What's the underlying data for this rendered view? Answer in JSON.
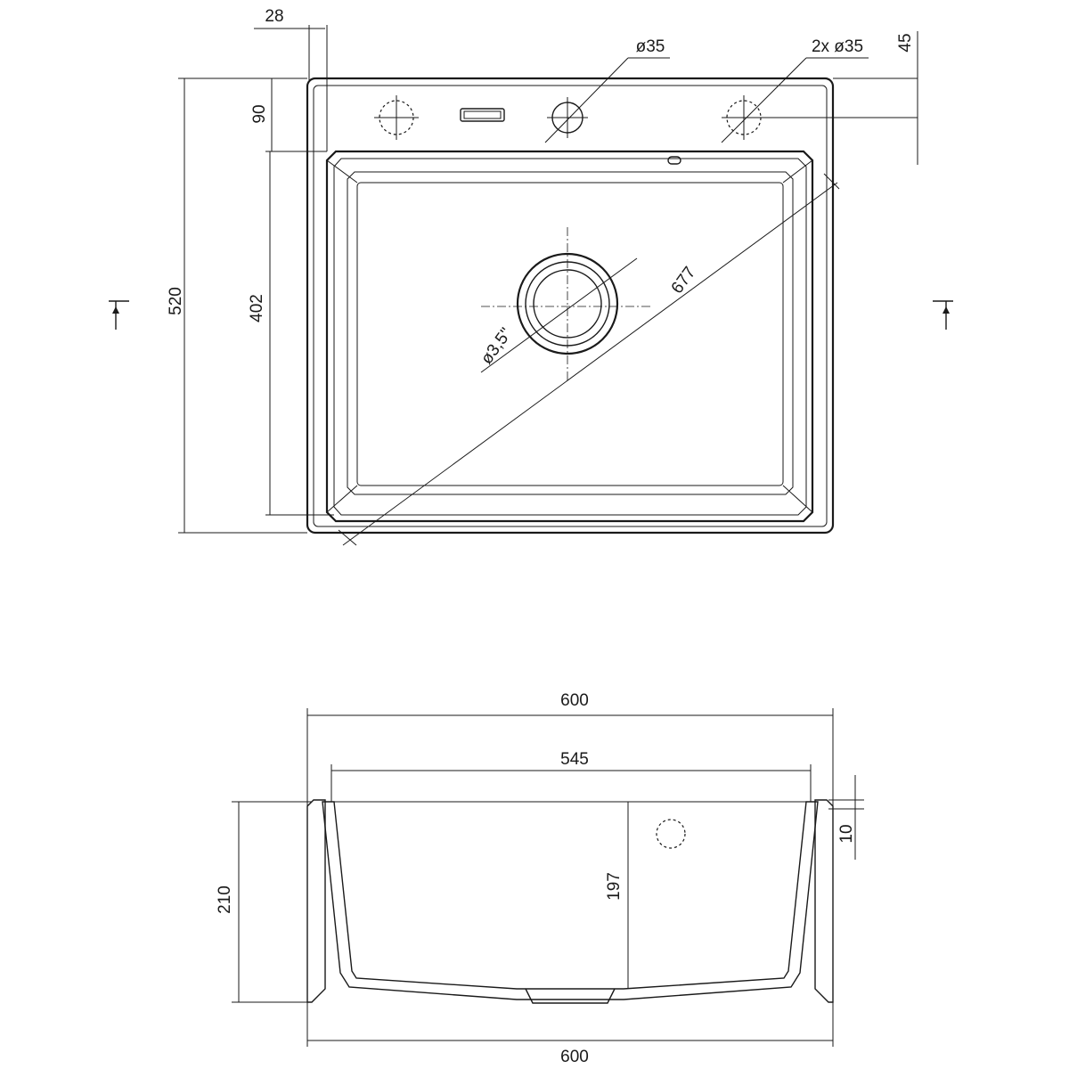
{
  "top_view": {
    "dim_rim_offset": "28",
    "dim_tap_hole": "ø35",
    "dim_extra_holes": "2x ø35",
    "dim_hole_offset": "45",
    "dim_back_deck": "90",
    "dim_total_depth": "520",
    "dim_bowl_depth": "402",
    "dim_diagonal": "677",
    "dim_drain": "ø3,5\""
  },
  "section_view": {
    "dim_total_width_top": "600",
    "dim_bowl_width": "545",
    "dim_rim_thickness": "10",
    "dim_total_height": "210",
    "dim_bowl_height": "197",
    "dim_total_width_bottom": "600"
  }
}
